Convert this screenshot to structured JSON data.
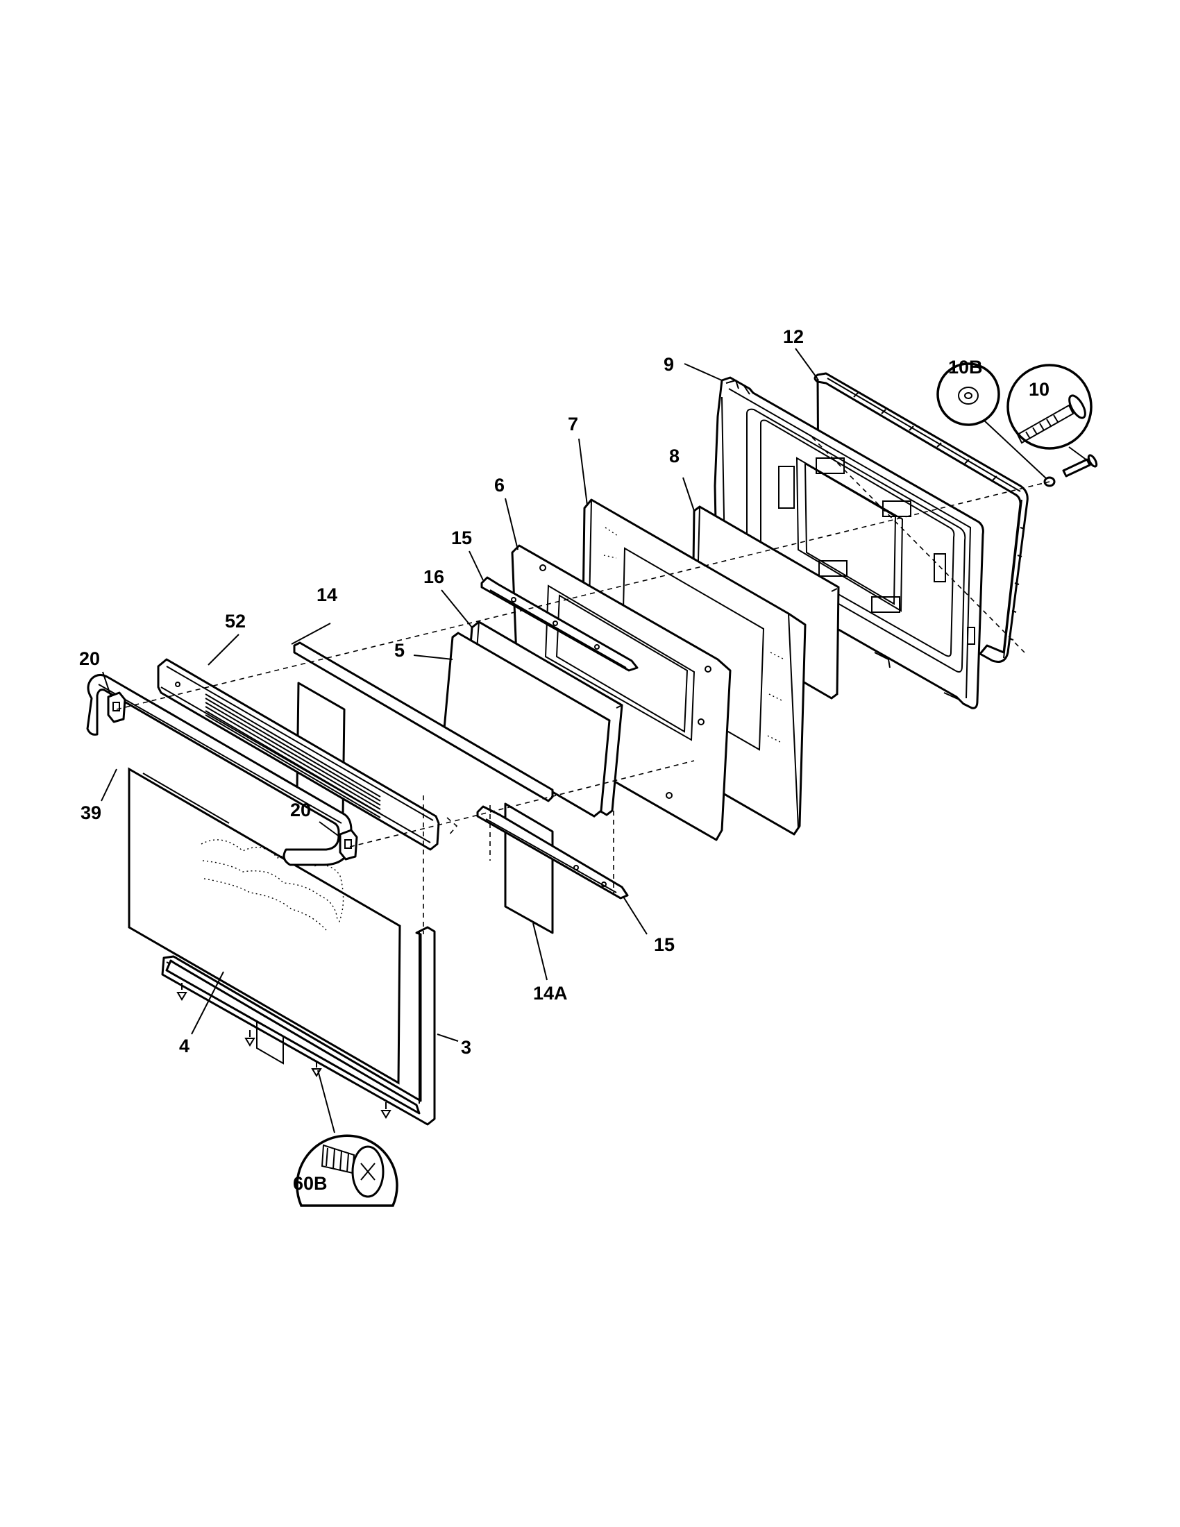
{
  "diagram": {
    "labels": {
      "p12": "12",
      "p9": "9",
      "p10b": "10B",
      "p10": "10",
      "p7": "7",
      "p8": "8",
      "p6": "6",
      "p15_top": "15",
      "p16": "16",
      "p14": "14",
      "p52": "52",
      "p5": "5",
      "p20_left": "20",
      "p20_right": "20",
      "p39": "39",
      "p15_bottom": "15",
      "p14a": "14A",
      "p4": "4",
      "p3": "3",
      "p60b": "60B"
    }
  }
}
